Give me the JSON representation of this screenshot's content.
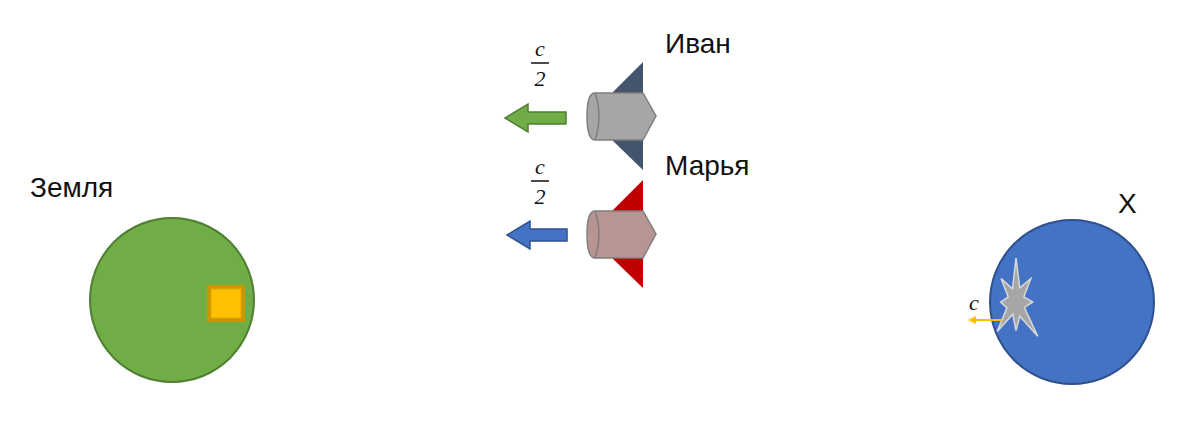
{
  "diagram": {
    "nodes": [
      {
        "text": [
          "Земля"
        ]
      },
      {
        "text": [
          "Иван"
        ]
      },
      {
        "text": [
          "Марья"
        ]
      },
      {
        "text": [
          "X"
        ]
      }
    ],
    "labels": [
      "c",
      "2",
      "c",
      "2",
      "c"
    ]
  }
}
